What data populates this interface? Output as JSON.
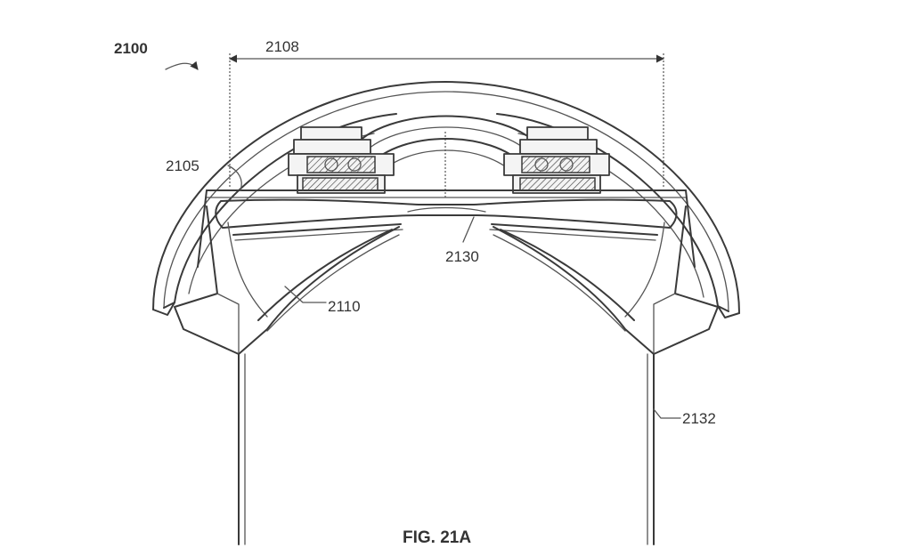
{
  "labels": {
    "assembly": "2100",
    "width": "2108",
    "frame": "2105",
    "center": "2130",
    "lens": "2110",
    "strap": "2132"
  },
  "caption": "FIG. 21A",
  "colors": {
    "line": "#3a3a3a",
    "fill": "#f4f4f4",
    "background": "#ffffff"
  }
}
